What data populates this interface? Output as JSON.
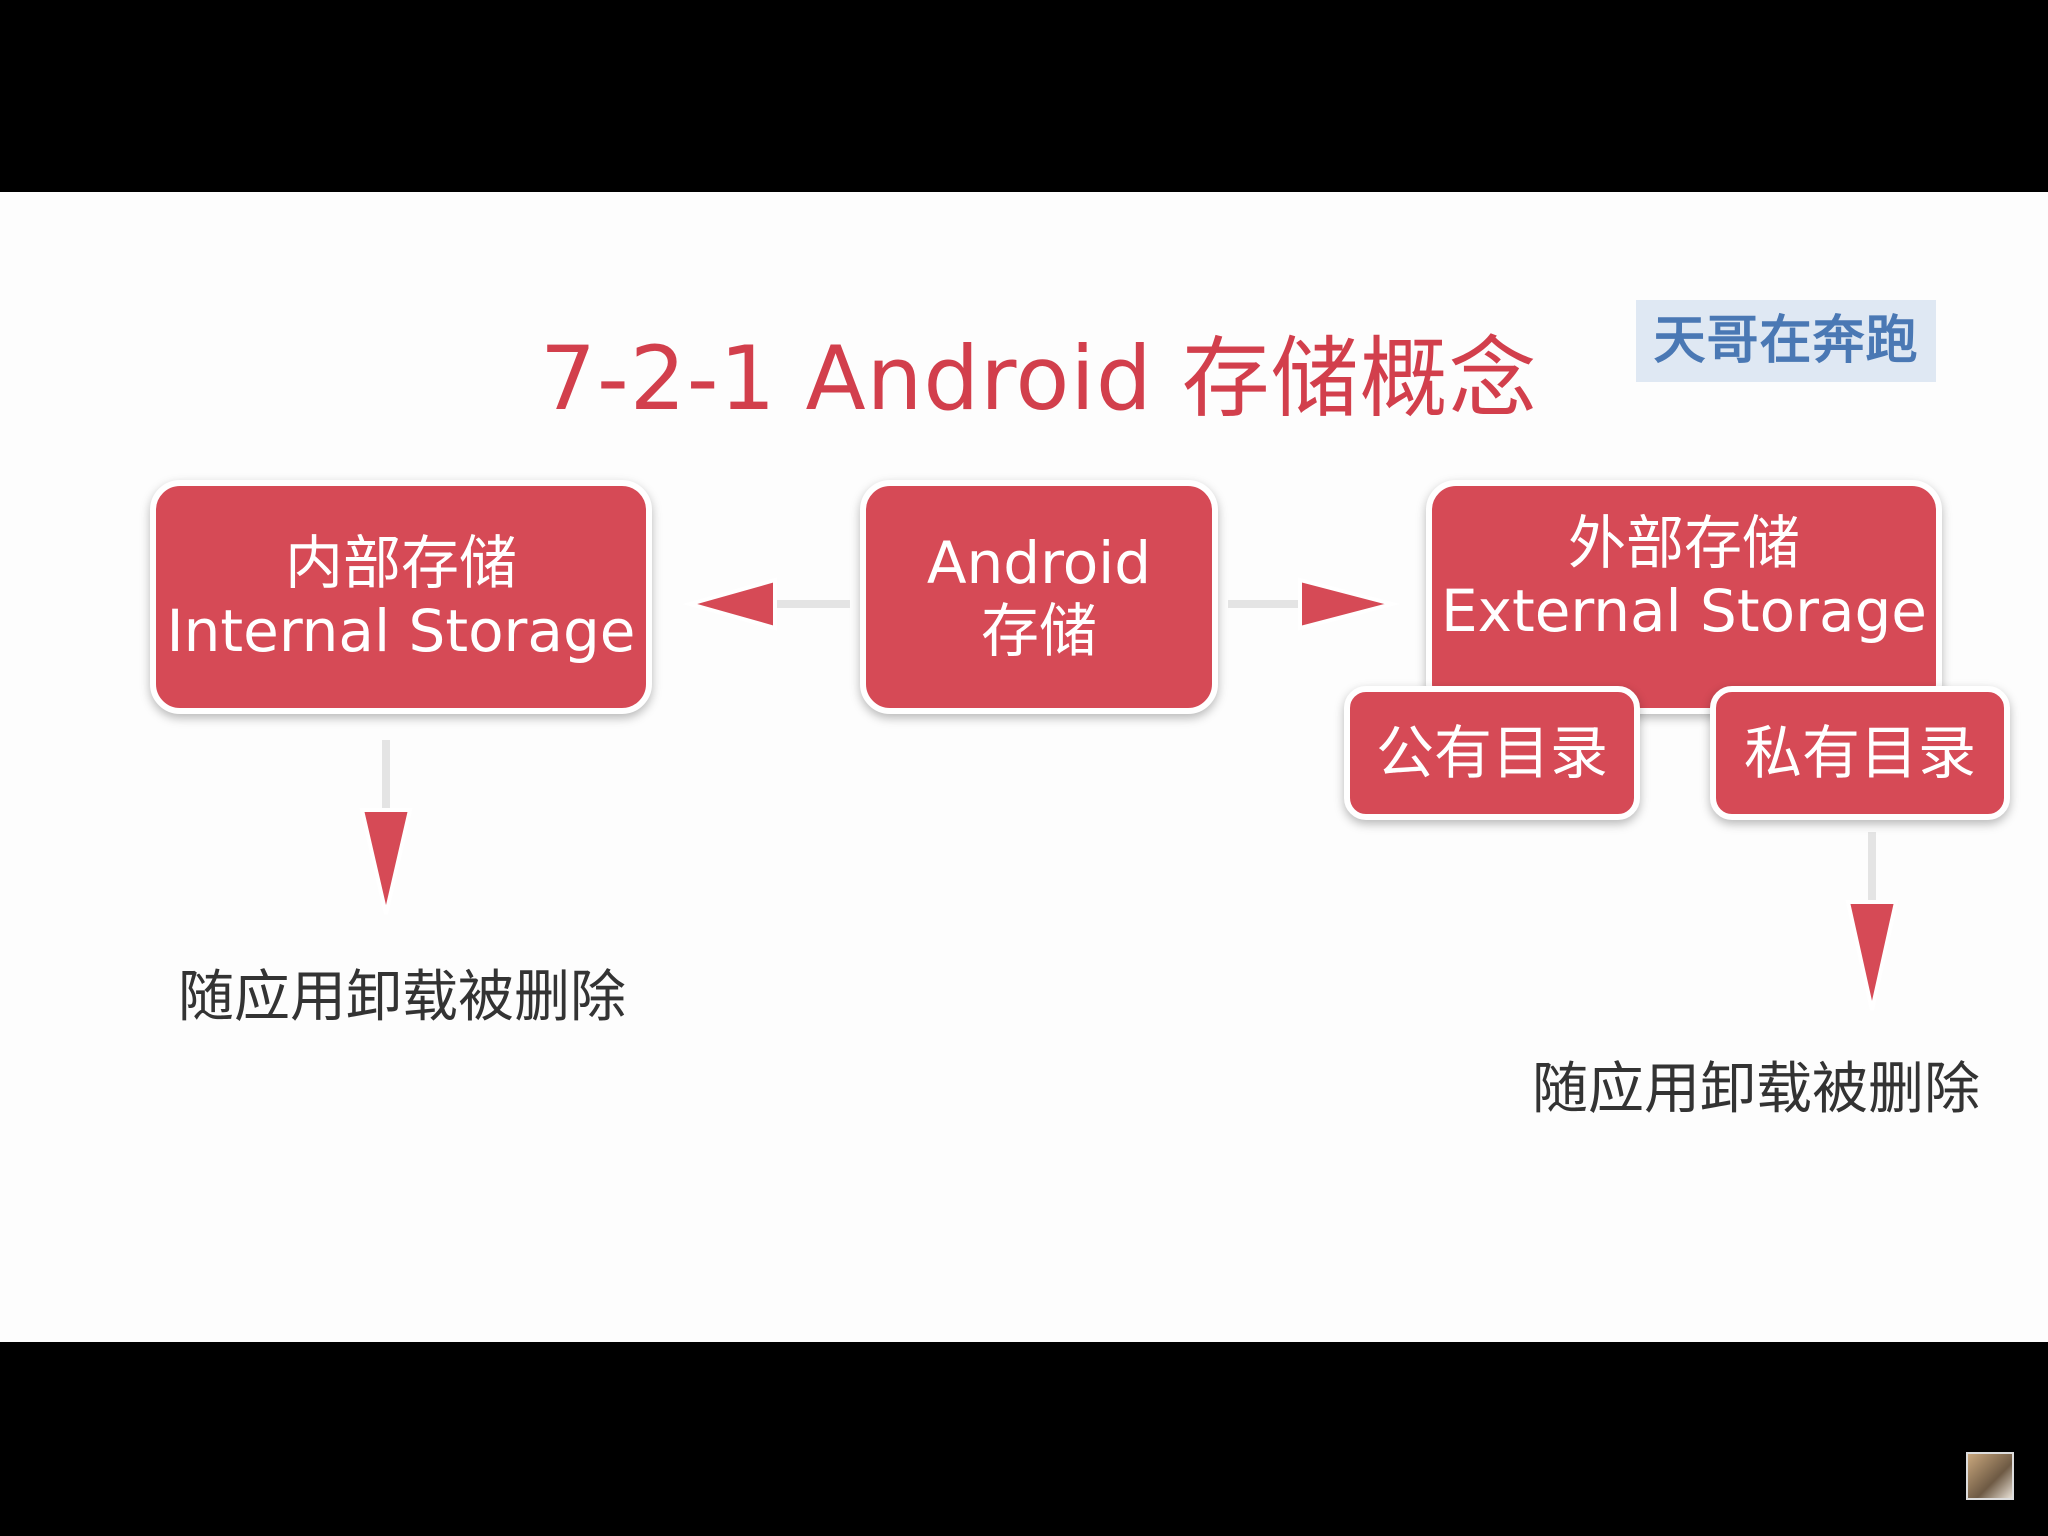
{
  "title": "7-2-1 Android 存储概念",
  "logo": "天哥在奔跑",
  "nodes": {
    "android": {
      "line1": "Android",
      "line2": "存储"
    },
    "internal": {
      "line1": "内部存储",
      "line2": "Internal Storage"
    },
    "external": {
      "line1": "外部存储",
      "line2": "External Storage"
    },
    "public_dir": "公有目录",
    "private_dir": "私有目录"
  },
  "notes": {
    "internal_note": "随应用卸载被删除",
    "private_note": "随应用卸载被删除"
  },
  "colors": {
    "accent": "#d64a56",
    "title": "#d23f4c",
    "logo_text": "#4a78b4",
    "logo_bg": "#dfe8f3"
  }
}
